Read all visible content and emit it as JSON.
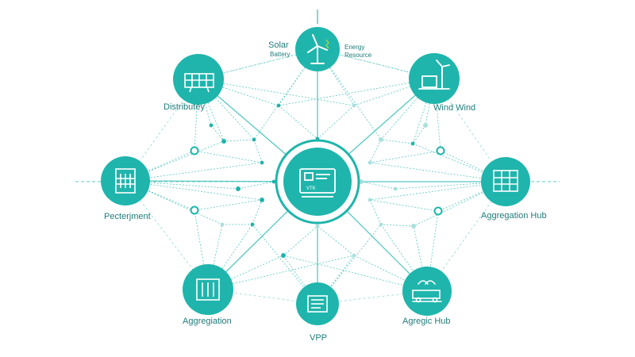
{
  "colors": {
    "accent": "#1fb5ac",
    "line": "#58c8c0",
    "line_light": "#a8e0dc",
    "icon": "#ffffff",
    "label": "#1f7c7a",
    "background": "#ffffff"
  },
  "nodes": [
    {
      "id": "top",
      "icon": "wind-turbine-icon"
    },
    {
      "id": "upper-left",
      "icon": "solar-panel-icon"
    },
    {
      "id": "upper-right",
      "icon": "wind-barn-icon"
    },
    {
      "id": "left",
      "icon": "building-icon"
    },
    {
      "id": "right",
      "icon": "grid-building-icon"
    },
    {
      "id": "lower-left",
      "icon": "server-rack-icon"
    },
    {
      "id": "lower-right",
      "icon": "vehicle-icon"
    },
    {
      "id": "bottom",
      "icon": "document-icon"
    },
    {
      "id": "center",
      "icon": "control-unit-icon"
    }
  ],
  "labels": {
    "solar": "Solar",
    "battery": "Battery",
    "energy": "Energy",
    "resource": "Resource",
    "distributey": "Distributey",
    "wind_wind": "Wind Wind",
    "pectenjment": "Pecterjment",
    "aggregation_hub": "Aggregation Hub",
    "aggregiation": "Aggregiation",
    "agregic_hub": "Agregic Hub",
    "vpp": "VPP",
    "center_chip": "VTK"
  }
}
